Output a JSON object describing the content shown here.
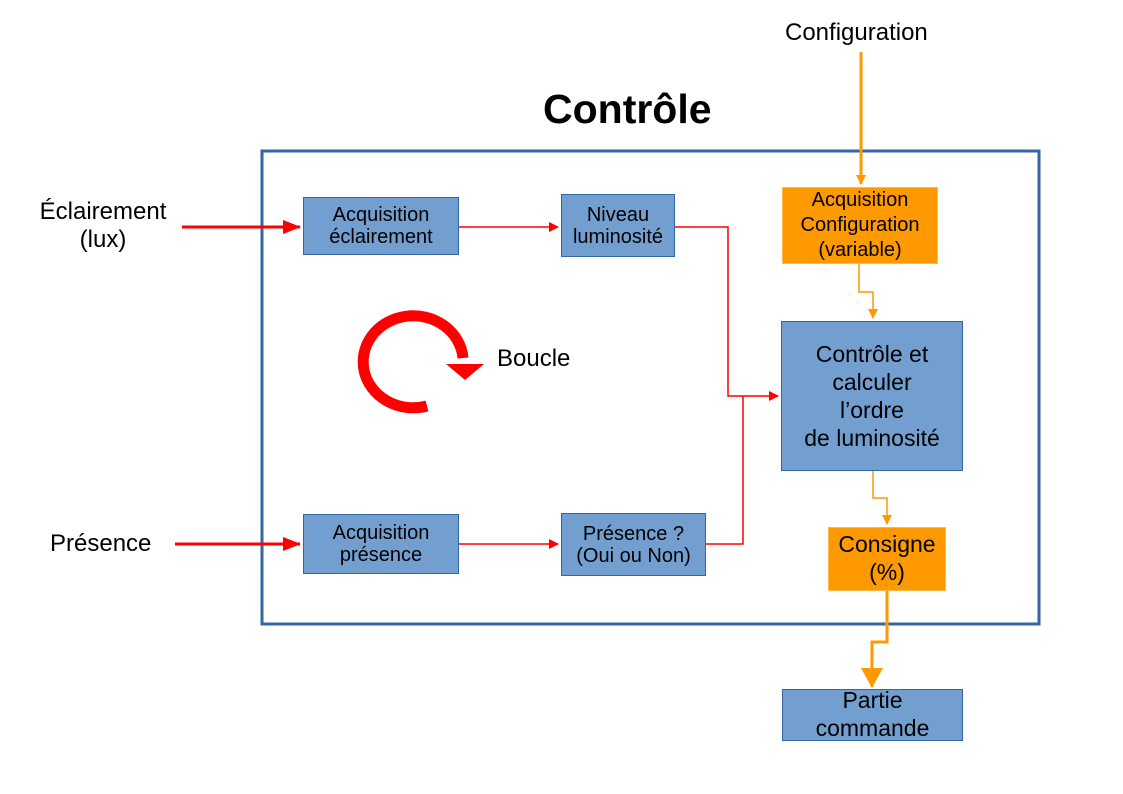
{
  "title": "Contrôle",
  "inputs": {
    "eclairement": [
      "Éclairement",
      "(lux)"
    ],
    "presence": "Présence",
    "configuration": "Configuration"
  },
  "loop_label": "Boucle",
  "boxes": {
    "acq_eclairement": [
      "Acquisition",
      "éclairement"
    ],
    "niveau": [
      "Niveau",
      "luminosité"
    ],
    "acq_config": [
      "Acquisition",
      "Configuration",
      "(variable)"
    ],
    "controle": [
      "Contrôle et",
      "calculer",
      "l’ordre",
      "de luminosité"
    ],
    "acq_presence": [
      "Acquisition",
      "présence"
    ],
    "presence_q": [
      "Présence ?",
      "(Oui ou Non)"
    ],
    "consigne": [
      "Consigne",
      "(%)"
    ],
    "partie_commande": [
      "Partie",
      "commande"
    ]
  },
  "colors": {
    "box_blue": "#729fcf",
    "box_blue_border": "#3465a4",
    "orange": "#ff9900",
    "red_arrow": "#ff0000",
    "frame": "#3465a4",
    "orange_line": "#ff9900"
  }
}
